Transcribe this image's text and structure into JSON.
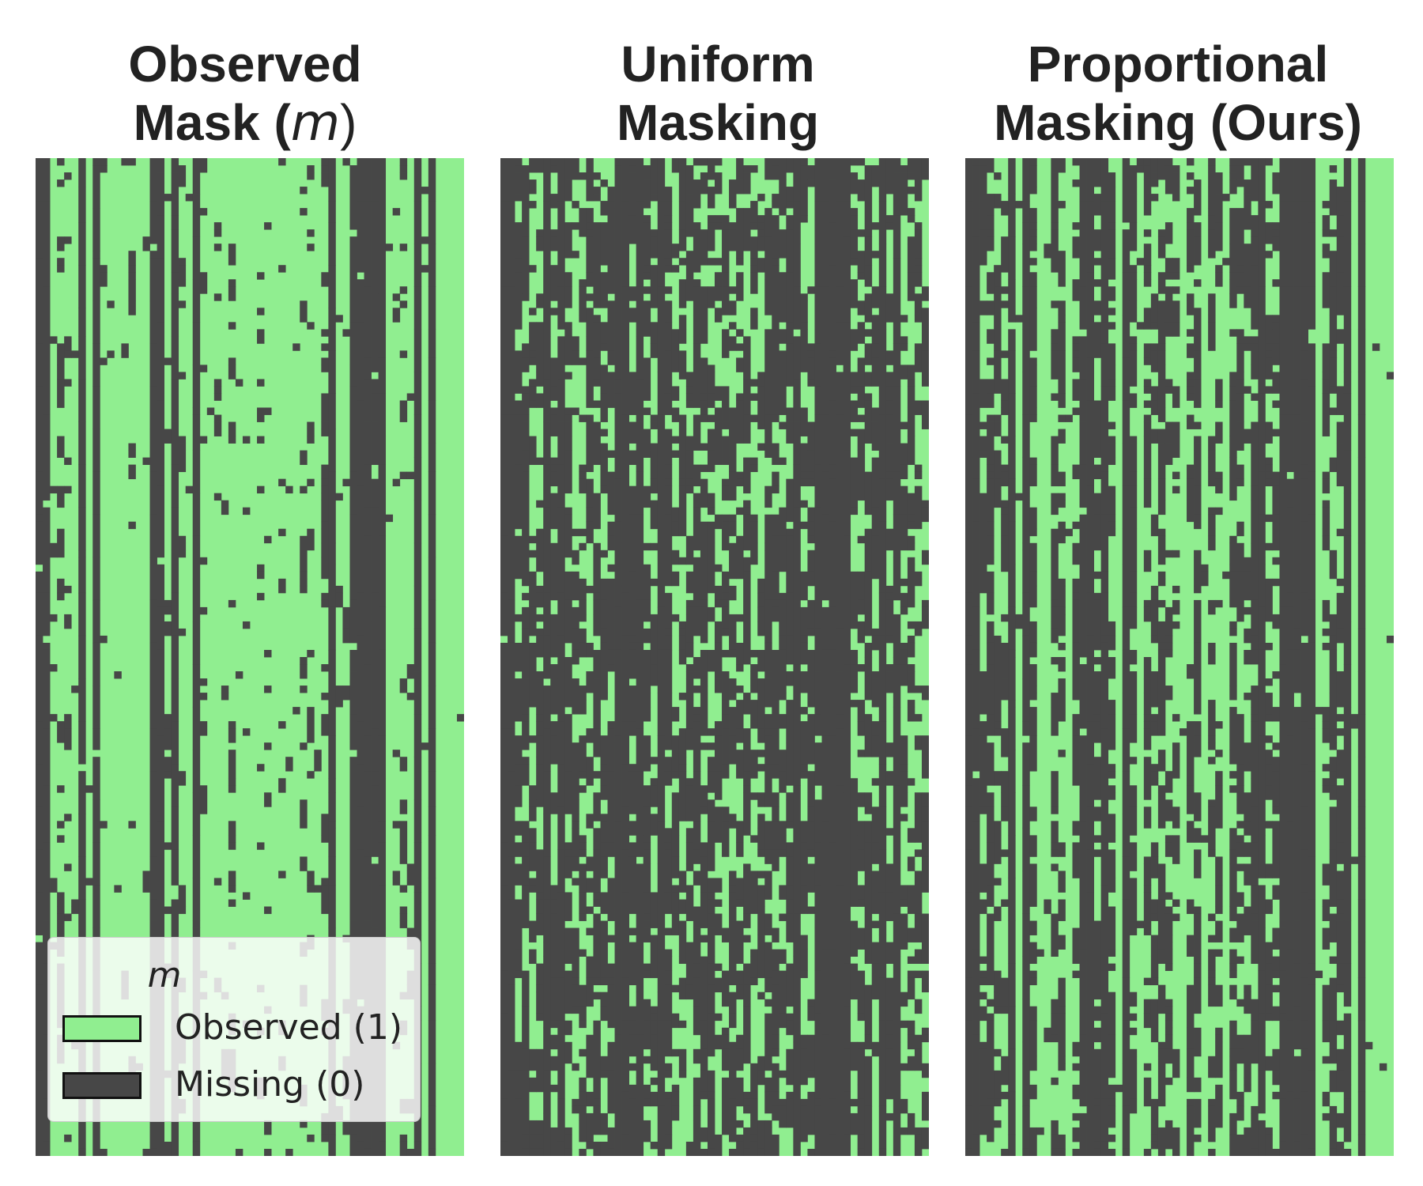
{
  "colors": {
    "observed": "#90ee90",
    "missing": "#474747"
  },
  "panels": [
    {
      "title_line1": "Observed",
      "title_line2": "Mask (",
      "title_var": "m",
      "title_close": ")",
      "pattern": "observed-mask"
    },
    {
      "title_line1": "Uniform",
      "title_line2": "Masking",
      "pattern": "uniform"
    },
    {
      "title_line1": "Proportional",
      "title_line2": "Masking (Ours)",
      "pattern": "proportional"
    }
  ],
  "legend": {
    "title": "m",
    "entries": [
      {
        "label": "Observed (1)",
        "value": 1,
        "color": "#90ee90"
      },
      {
        "label": "Missing (0)",
        "value": 0,
        "color": "#474747"
      }
    ],
    "placement": "lower-left of first panel"
  },
  "chart_data": {
    "type": "heatmap",
    "description_values": "binary mask matrices, 1 = observed, 0 = missing",
    "value_levels": [
      1,
      0
    ],
    "value_labels": [
      "Observed (1)",
      "Missing (0)"
    ],
    "panels": [
      "Observed Mask (m)",
      "Uniform Masking",
      "Proportional Masking (Ours)"
    ],
    "axes_visible": false,
    "grid": false
  }
}
